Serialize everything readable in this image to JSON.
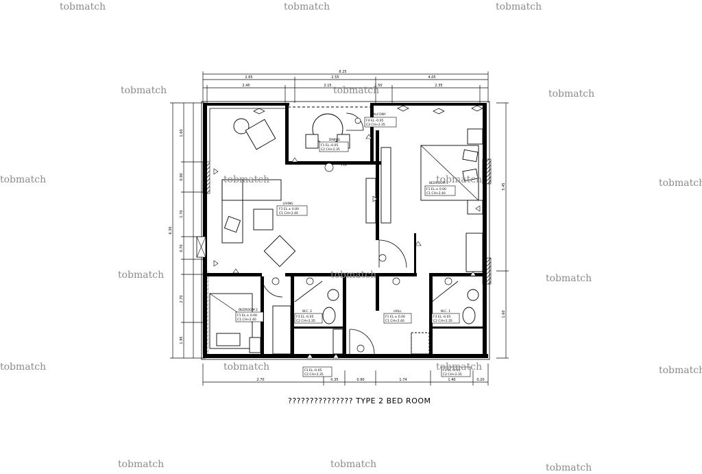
{
  "caption": "??????????????? TYPE 2 BED ROOM",
  "watermark_text": "tobmatch",
  "dimensions": {
    "overall_top": "8.25",
    "top_row_1": [
      "2.65",
      "2.55",
      "4.05"
    ],
    "top_row_2": [
      "2.45",
      "2.15",
      "1.50",
      "2.35"
    ],
    "bottom_row": [
      "2.70",
      "0.35",
      "0.90",
      "1.74",
      "1.40",
      "0.20"
    ],
    "left_column": [
      "1.60",
      "0.90",
      "1.70",
      "0.70",
      "2.70",
      "1.95"
    ],
    "left_overall": "6.30",
    "right_column": [
      "5.45",
      "1.60"
    ]
  },
  "room_tags": [
    {
      "id": "living",
      "title": "LIVING",
      "lines": [
        "F1 EL.± 0.00",
        "C1 CH+2.40"
      ]
    },
    {
      "id": "balcony",
      "title": "BALCONY",
      "lines": [
        "F4 EL.-0.05",
        "C3 CH+2.35"
      ]
    },
    {
      "id": "dining",
      "title": "DINING",
      "lines": [
        "F1 EL.-0.05",
        "C2 CH+2.35"
      ]
    },
    {
      "id": "bedroom-1",
      "title": "BEDROOM 1",
      "lines": [
        "F1 EL.± 0.00",
        "C1 CH+2.40"
      ]
    },
    {
      "id": "bedroom-2",
      "title": "BEDROOM 2",
      "lines": [
        "F1 EL.± 0.00",
        "C1 CH+2.40"
      ]
    },
    {
      "id": "wc-2",
      "title": "W.C. 2",
      "lines": [
        "F3 EL.-0.05",
        "C2 CH+2.35"
      ]
    },
    {
      "id": "hall",
      "title": "HALL",
      "lines": [
        "F1 EL.± 0.00",
        "C1 CH+2.40"
      ]
    },
    {
      "id": "wc-1",
      "title": "W.C. 1",
      "lines": [
        "F3 EL.-0.05",
        "C2 CH+2.35"
      ]
    },
    {
      "id": "entry",
      "title": "",
      "lines": [
        "F3 EL.-0.05",
        "C2 CH+2.35"
      ]
    },
    {
      "id": "service",
      "title": "",
      "lines": [
        "F3 EL.-0.05",
        "C2 CH+2.35"
      ]
    }
  ],
  "labels": {
    "fix": "FIX"
  },
  "colors": {
    "line": "#000000",
    "watermark": "#8a8a8a",
    "background": "#ffffff"
  }
}
